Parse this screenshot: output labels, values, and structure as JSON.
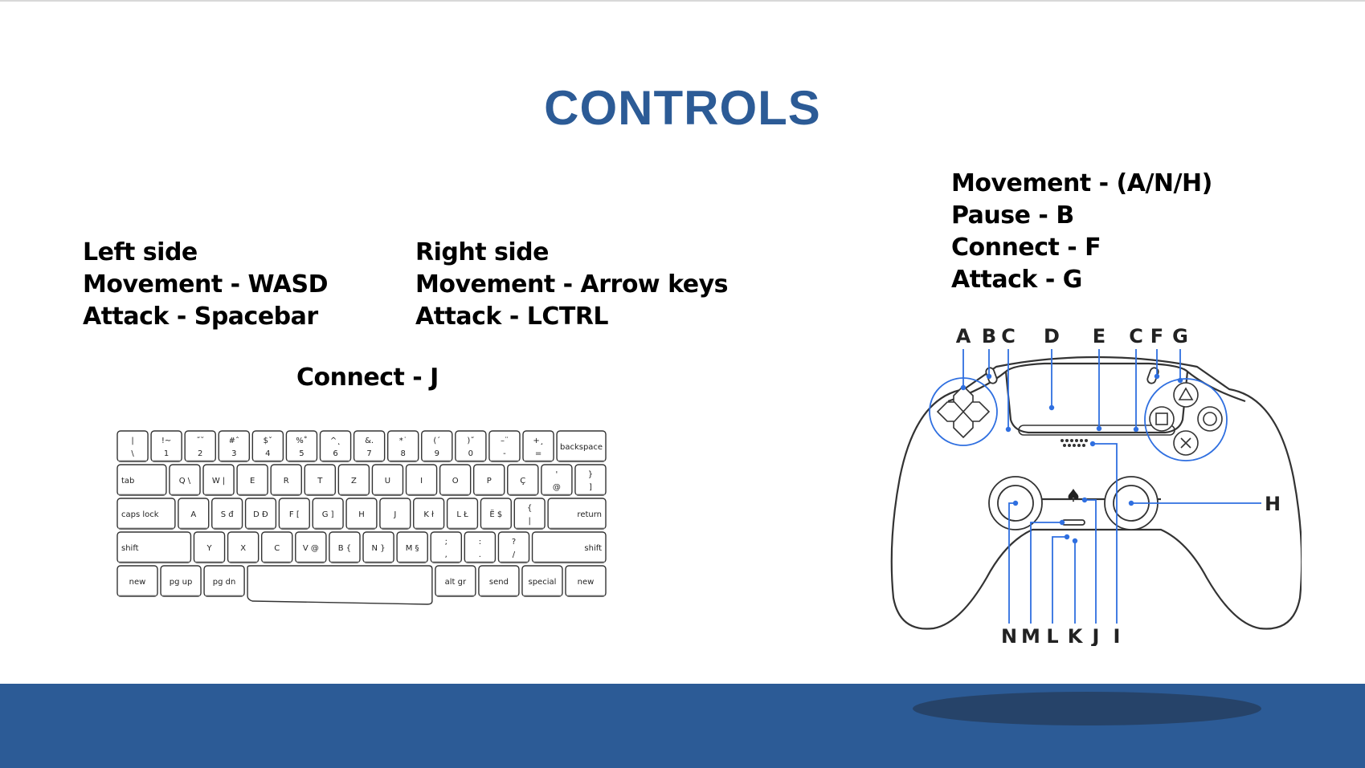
{
  "title": "CONTROLS",
  "keyboard_controls": {
    "left": {
      "heading": "Left side",
      "movement": "Movement - WASD",
      "attack": "Attack - Spacebar"
    },
    "right": {
      "heading": "Right side",
      "movement": "Movement - Arrow keys",
      "attack": "Attack - LCTRL"
    },
    "connect": "Connect - J"
  },
  "gamepad_controls": {
    "movement": "Movement - (A/N/H)",
    "pause": "Pause - B",
    "connect": "Connect - F",
    "attack": "Attack - G"
  },
  "keyboard": {
    "rows": [
      [
        [
          "|",
          "\\"
        ],
        [
          "!~",
          "1"
        ],
        [
          "˝˘",
          "2"
        ],
        [
          "#ˆ",
          "3"
        ],
        [
          "$ˇ",
          "4"
        ],
        [
          "%˚",
          "5"
        ],
        [
          "^˛",
          "6"
        ],
        [
          "&.",
          "7"
        ],
        [
          "*˙",
          "8"
        ],
        [
          "(´",
          "9"
        ],
        [
          ")˝",
          "0"
        ],
        [
          "–¨",
          "-"
        ],
        [
          "+¸",
          "="
        ],
        [
          "backspace",
          ""
        ]
      ],
      [
        [
          "tab",
          ""
        ],
        [
          "Q \\",
          ""
        ],
        [
          "W |",
          ""
        ],
        [
          "E",
          ""
        ],
        [
          "R",
          ""
        ],
        [
          "T",
          ""
        ],
        [
          "Z",
          ""
        ],
        [
          "U",
          ""
        ],
        [
          "I",
          ""
        ],
        [
          "O",
          ""
        ],
        [
          "P",
          ""
        ],
        [
          "Ç",
          ""
        ],
        [
          "'",
          "@"
        ],
        [
          "}",
          "]"
        ]
      ],
      [
        [
          "caps lock",
          ""
        ],
        [
          "A",
          ""
        ],
        [
          "S đ",
          ""
        ],
        [
          "D Đ",
          ""
        ],
        [
          "F [",
          ""
        ],
        [
          "G ]",
          ""
        ],
        [
          "H",
          ""
        ],
        [
          "J",
          ""
        ],
        [
          "K ł",
          ""
        ],
        [
          "L Ł",
          ""
        ],
        [
          "Ë $",
          ""
        ],
        [
          "{",
          "|"
        ],
        [
          "return",
          ""
        ]
      ],
      [
        [
          "shift",
          ""
        ],
        [
          "Y",
          ""
        ],
        [
          "X",
          ""
        ],
        [
          "C",
          ""
        ],
        [
          "V @",
          ""
        ],
        [
          "B {",
          ""
        ],
        [
          "N }",
          ""
        ],
        [
          "M §",
          ""
        ],
        [
          ";",
          ","
        ],
        [
          ":",
          "."
        ],
        [
          "?",
          "/"
        ],
        [
          "shift",
          ""
        ]
      ],
      [
        [
          "new",
          ""
        ],
        [
          "pg up",
          ""
        ],
        [
          "pg dn",
          ""
        ],
        [
          "",
          ""
        ],
        [
          "alt gr",
          ""
        ],
        [
          "send",
          ""
        ],
        [
          "special",
          ""
        ],
        [
          "new",
          ""
        ]
      ]
    ]
  },
  "gamepad": {
    "top_labels": [
      "A",
      "B",
      "C",
      "D",
      "E",
      "C",
      "F",
      "G"
    ],
    "right_label": "H",
    "bottom_labels": [
      "N",
      "M",
      "L",
      "K",
      "J",
      "I"
    ],
    "accent_color": "#2f6fe0"
  },
  "colors": {
    "title": "#2c5b96",
    "footer": "#2c5b96",
    "footer_shadow": "#263f61"
  }
}
